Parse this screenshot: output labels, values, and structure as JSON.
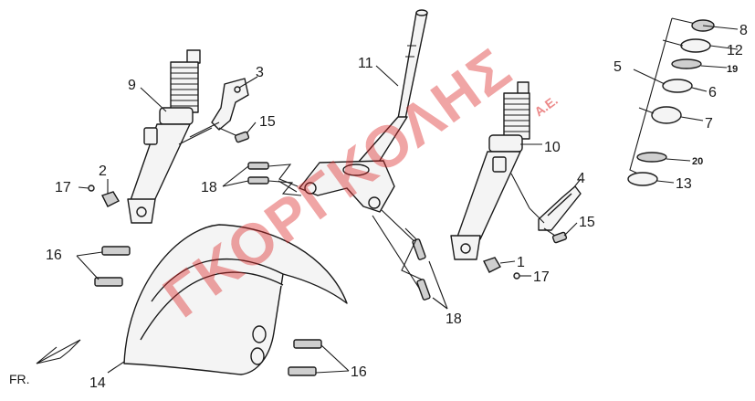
{
  "watermark": {
    "main": "ΓΚΟΡΓΚΟΛΗΣ",
    "suffix": "Α.Ε.",
    "color": "#dc2828"
  },
  "direction_label": "FR.",
  "callouts": {
    "c1": "1",
    "c2": "2",
    "c3": "3",
    "c4": "4",
    "c5": "5",
    "c6": "6",
    "c7": "7",
    "c8": "8",
    "c9": "9",
    "c10": "10",
    "c11": "11",
    "c12": "12",
    "c13": "13",
    "c14": "14",
    "c15a": "15",
    "c15b": "15",
    "c16a": "16",
    "c16b": "16",
    "c17a": "17",
    "c17b": "17",
    "c18a": "18",
    "c18b": "18",
    "c19": "19",
    "c20": "20"
  }
}
